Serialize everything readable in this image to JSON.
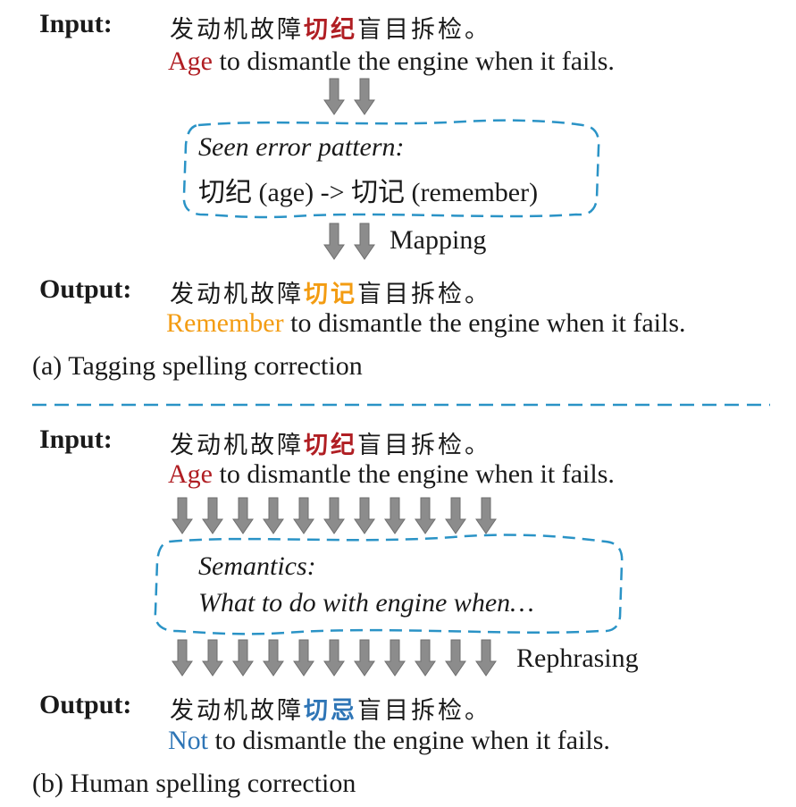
{
  "colors": {
    "error": "#b01e23",
    "tagging_fix": "#f39c12",
    "human_fix": "#2e75b6",
    "dashed": "#2a93c6",
    "arrow": "#8c8c8c"
  },
  "panel_a": {
    "input_label": "Input:",
    "input_zh_prefix": "发动机故障",
    "input_zh_highlight": "切纪",
    "input_zh_suffix": "盲目拆检。",
    "input_en_highlight": "Age",
    "input_en_rest": " to dismantle the engine when it fails.",
    "box_title": "Seen error pattern:",
    "box_pattern": "切纪 (age) -> 切记 (remember)",
    "arrow_label": "Mapping",
    "output_label": "Output:",
    "output_zh_prefix": "发动机故障",
    "output_zh_highlight": "切记",
    "output_zh_suffix": "盲目拆检。",
    "output_en_highlight": "Remember",
    "output_en_rest": " to dismantle the engine when it fails.",
    "caption": "(a) Tagging spelling correction"
  },
  "panel_b": {
    "input_label": "Input:",
    "input_zh_prefix": "发动机故障",
    "input_zh_highlight": "切纪",
    "input_zh_suffix": "盲目拆检。",
    "input_en_highlight": "Age",
    "input_en_rest": " to dismantle the engine when it fails.",
    "box_title": "Semantics:",
    "box_text": "What to do with engine when…",
    "arrow_label": "Rephrasing",
    "output_label": "Output:",
    "output_zh_prefix": "发动机故障",
    "output_zh_highlight": "切忌",
    "output_zh_suffix": "盲目拆检。",
    "output_en_highlight": "Not",
    "output_en_rest": " to dismantle the engine when it fails.",
    "caption": "(b) Human spelling correction"
  }
}
